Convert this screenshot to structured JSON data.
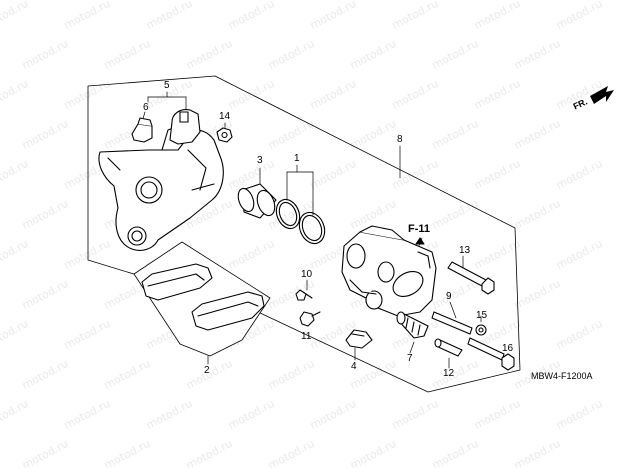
{
  "watermark": "motod.ru",
  "direction_label": "FR.",
  "diagram_code": "MBW4-F1200A",
  "reference_label": "F-11",
  "colors": {
    "ink": "#000000",
    "paper": "#ffffff",
    "watermark": "#e9e9e9"
  },
  "callouts": {
    "c1": "1",
    "c2": "2",
    "c3": "3",
    "c4": "4",
    "c5": "5",
    "c6": "6",
    "c7": "7",
    "c8": "8",
    "c9": "9",
    "c10": "10",
    "c11": "11",
    "c12": "12",
    "c13": "13",
    "c14": "14",
    "c15": "15",
    "c16": "16"
  }
}
